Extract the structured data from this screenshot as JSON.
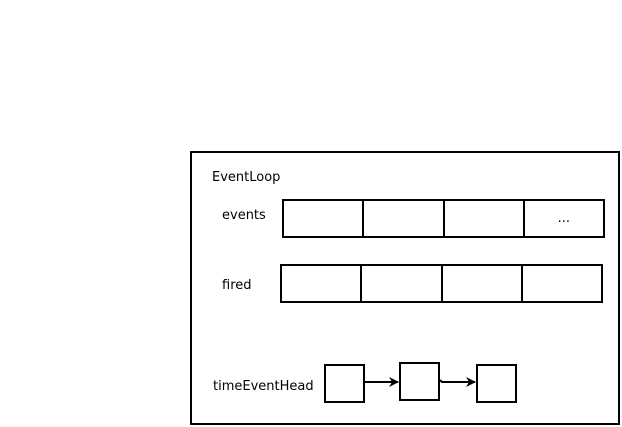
{
  "event_loop": {
    "title": "EventLoop",
    "events": {
      "label": "events",
      "cells": [
        "",
        "",
        "",
        "..."
      ]
    },
    "fired": {
      "label": "fired",
      "cells": [
        "",
        "",
        "",
        ""
      ]
    },
    "time_event_head": {
      "label": "timeEventHead",
      "node_count": 3
    }
  }
}
